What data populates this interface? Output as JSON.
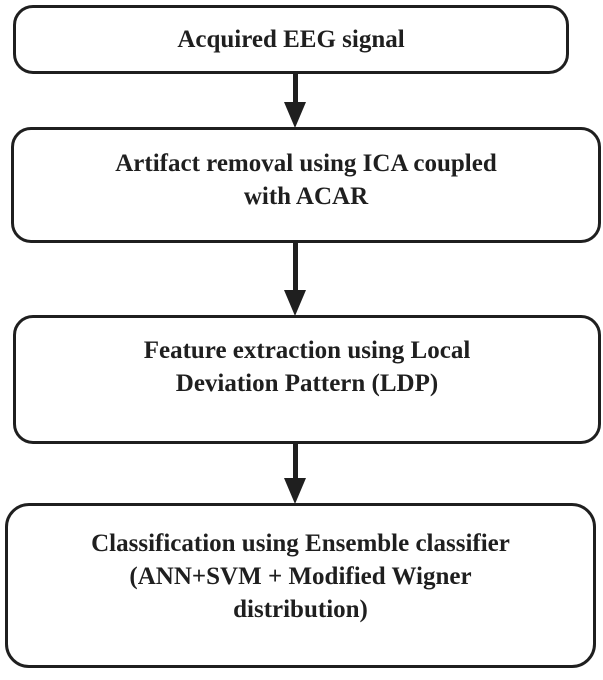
{
  "flowchart": {
    "nodes": [
      {
        "label": "Acquired EEG signal"
      },
      {
        "label": "Artifact removal using ICA coupled\nwith ACAR"
      },
      {
        "label": "Feature extraction using Local\nDeviation Pattern (LDP)"
      },
      {
        "label": "Classification using Ensemble classifier\n(ANN+SVM + Modified Wigner\ndistribution)"
      }
    ],
    "connectors": [
      {
        "from": 0,
        "to": 1,
        "type": "arrow-down"
      },
      {
        "from": 1,
        "to": 2,
        "type": "arrow-down"
      },
      {
        "from": 2,
        "to": 3,
        "type": "arrow-down"
      }
    ],
    "colors": {
      "ink": "#1f1f1f",
      "background": "#ffffff",
      "node_fill": "#ffffff"
    }
  }
}
